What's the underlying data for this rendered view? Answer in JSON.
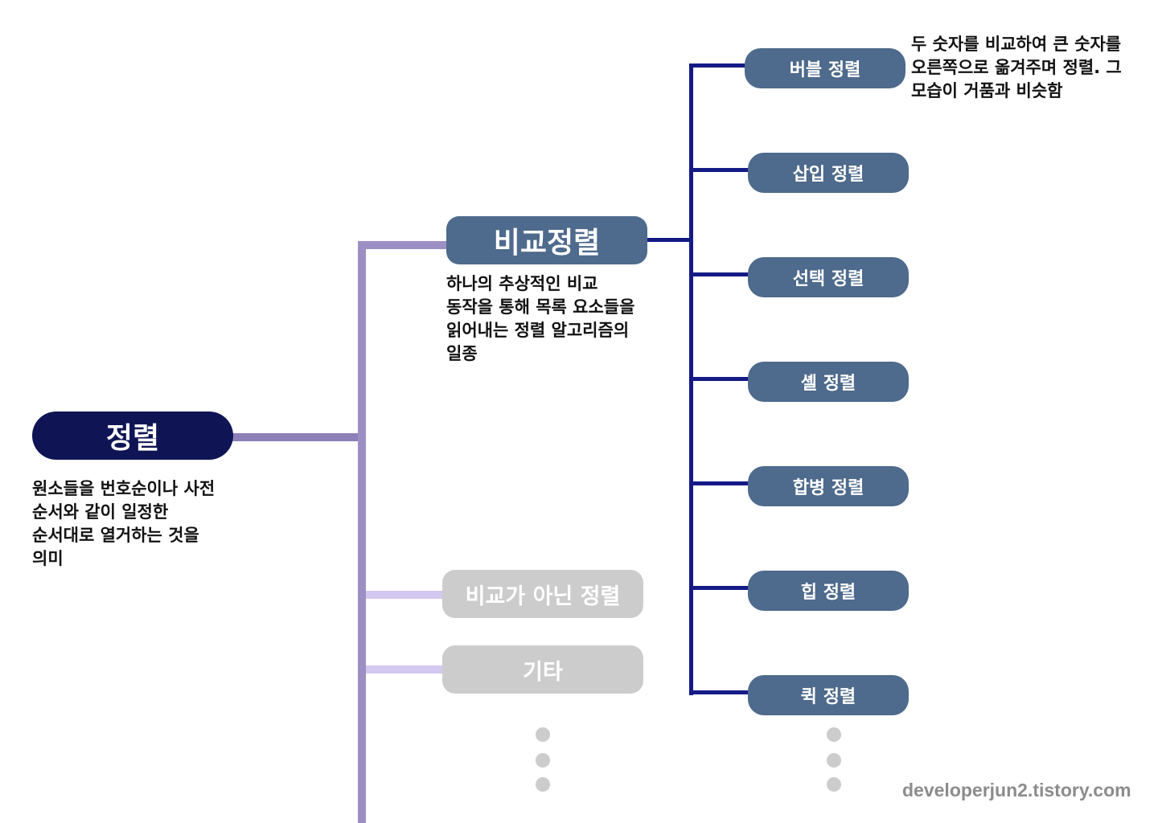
{
  "colors": {
    "root_fill": "#0f1554",
    "node_fill": "#4e6a8c",
    "inactive_fill": "#cccccc",
    "trunk_line": "#9b8fc4",
    "inactive_branch": "#d3c8f0",
    "sort_branch": "#141a86"
  },
  "root": {
    "label": "정렬",
    "description": "원소들을 번호순이나 사전 순서와 같이 일정한 순서대로 열거하는 것을 의미"
  },
  "comparison_sort": {
    "label": "비교정렬",
    "description": "하나의 추상적인 비교 동작을 통해 목록 요소들을 읽어내는 정렬 알고리즘의 일종"
  },
  "non_comparison_sort": {
    "label": "비교가 아닌 정렬"
  },
  "other": {
    "label": "기타"
  },
  "sorts": [
    {
      "label": "버블 정렬",
      "description": "두 숫자를 비교하여 큰 숫자를 오른쪽으로 옮겨주며 정렬. 그 모습이 거품과 비슷함"
    },
    {
      "label": "삽입 정렬"
    },
    {
      "label": "선택 정렬"
    },
    {
      "label": "셸 정렬"
    },
    {
      "label": "합병 정렬"
    },
    {
      "label": "힙 정렬"
    },
    {
      "label": "퀵 정렬"
    }
  ],
  "watermark": "developerjun2.tistory.com"
}
